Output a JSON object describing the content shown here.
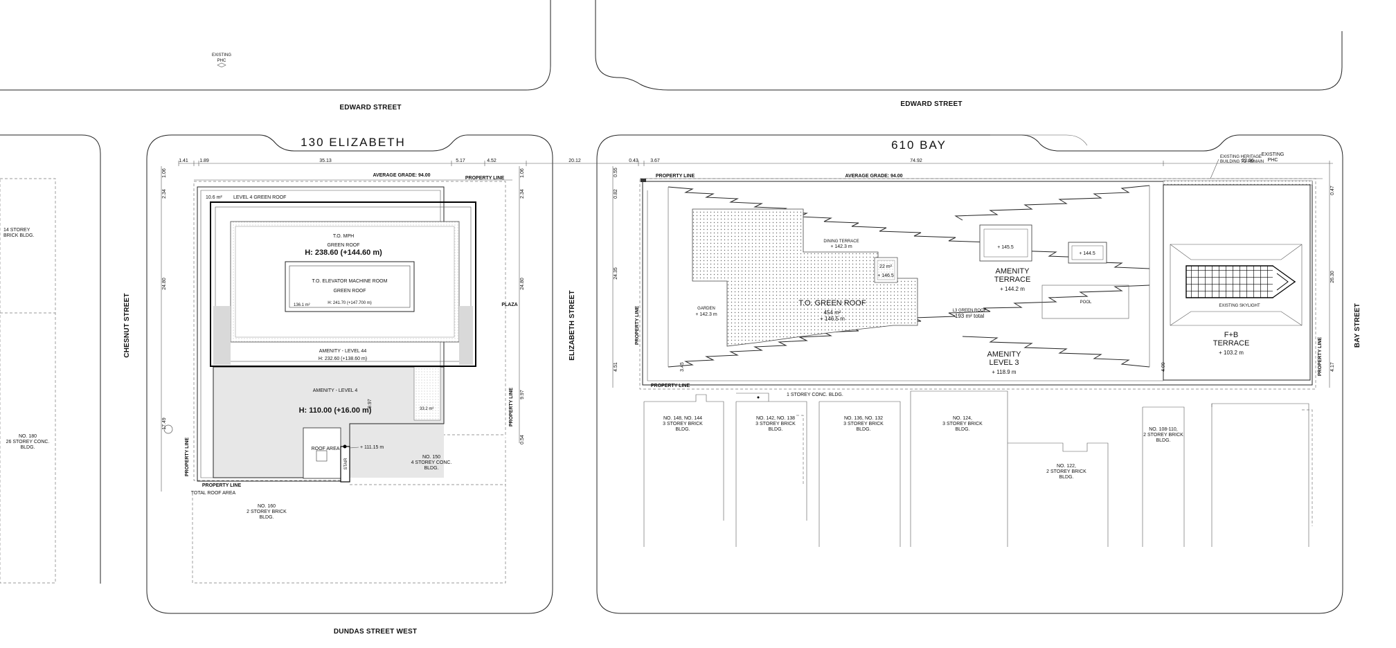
{
  "streets": {
    "edward_left": "EDWARD STREET",
    "edward_right": "EDWARD STREET",
    "chesnut": "CHESNUT STREET",
    "elizabeth": "ELIZABETH STREET",
    "bay": "BAY STREET",
    "dundas": "DUNDAS STREET WEST"
  },
  "sites": {
    "left": "130 ELIZABETH",
    "right": "610 BAY"
  },
  "phc": {
    "left": [
      "EXISTING",
      "PHC"
    ],
    "right": [
      "EXISTING",
      "PHC"
    ]
  },
  "neighbours": {
    "left_top": [
      "14 STOREY",
      "BRICK BLDG."
    ],
    "left_mid": [
      "NO. 180",
      "26 STOREY CONC.",
      "BLDG."
    ],
    "no160": [
      "NO. 160",
      "2 STOREY BRICK",
      "BLDG."
    ],
    "no150": [
      "NO. 150",
      "4 STOREY CONC.",
      "BLDG."
    ],
    "one_storey": "1 STOREY CONC. BLDG.",
    "no148": [
      "NO. 148, NO. 144",
      "3 STOREY BRICK",
      "BLDG."
    ],
    "no142": [
      "NO. 142, NO. 138",
      "3 STOREY BRICK",
      "BLDG."
    ],
    "no136": [
      "NO. 136, NO. 132",
      "3 STOREY BRICK",
      "BLDG."
    ],
    "no124": [
      "NO. 124,",
      "3 STOREY BRICK",
      "BLDG."
    ],
    "no122": [
      "NO. 122,",
      "2 STOREY BRICK",
      "BLDG."
    ],
    "no108": [
      "NO. 108-110,",
      "2 STOREY BRICK",
      "BLDG."
    ]
  },
  "left_site": {
    "dims_top": [
      "1.41",
      "1.89",
      "35.13",
      "5.17",
      "4.52"
    ],
    "dims_left": [
      "1.06",
      "2.34",
      "24.80",
      "17.49"
    ],
    "dims_right": [
      "1.06",
      "2.34",
      "24.80",
      "9.97",
      "0.54"
    ],
    "dim_inner": "9.97",
    "average_grade": "AVERAGE GRADE: 94.00",
    "property_line_top": "PROPERTY LINE",
    "property_line_side": "PROPERTY LINE",
    "property_line_bottom": "PROPERTY LINE",
    "property_line_right": "PROPERTY LINE",
    "level4_area": "10.6 m²",
    "level4_label": "LEVEL 4 GREEN ROOF",
    "to_mph": "T.O. MPH",
    "green_roof": "GREEN ROOF",
    "mph_height": "H: 238.60 (+144.60 m)",
    "to_elevator": "T.O. ELEVATOR MACHINE ROOM",
    "green_roof2": "GREEN ROOF",
    "elevator_area": "136.1 m²",
    "elevator_height": "H: 241.70 (+147.700 m)",
    "amenity44": "AMENITY - LEVEL 44",
    "amenity44_height": "H: 232.60 (+138.60 m)",
    "amenity4": "AMENITY - LEVEL 4",
    "amenity4_height": "H: 110.00 (+16.00 m)",
    "side_area": "33.2 m²",
    "plaza": "PLAZA",
    "roof_area": "ROOF AREA",
    "stair": "STAIR",
    "spot_elev": "+ 111.15 m",
    "total_roof": "TOTAL ROOF AREA"
  },
  "right_site": {
    "dim_between": "20.12",
    "dims_top": [
      "0.43",
      "3.67",
      "74.92",
      "22.36"
    ],
    "dims_left": [
      "0.55",
      "0.82",
      "24.35",
      "4.51",
      "3.45"
    ],
    "dims_right": [
      "0.47",
      "26.30",
      "4.17"
    ],
    "dim_bottom": "4.09",
    "property_line_top": "PROPERTY LINE",
    "property_line_side": "PROPERTY LINE",
    "property_line_bottom": "PROPERTY LINE",
    "property_line_right": "PROPERTY LINE",
    "average_grade": "AVERAGE GRADE: 94.00",
    "heritage_note": [
      "EXISTING HERITAGE",
      "BUILDING TO REMAIN"
    ],
    "garden": "GARDEN",
    "garden_elev": "+ 142.3 m",
    "dining_terrace": "DINING TERRACE",
    "dining_elev": "+ 142.3 m",
    "green_roof_title": "T.O.  GREEN ROOF",
    "green_roof_area": "454 m²",
    "green_roof_elev": "+ 146.5 m",
    "box_area": "22 m²",
    "box_elev": "+ 146.5",
    "level3_green": "L3 GREEN ROOF",
    "level3_total": "193 m² total",
    "mech_1": "+ 145.5",
    "mech_2": "+ 144.5",
    "amenity_terrace": [
      "AMENITY",
      "TERRACE"
    ],
    "amenity_terrace_elev": "+ 144.2 m",
    "pool": "POOL",
    "amenity_level3": [
      "AMENITY",
      "LEVEL 3"
    ],
    "amenity_level3_elev": "+ 118.9 m",
    "existing_skylight": "EXISTING SKYLIGHT",
    "fb_terrace": [
      "F+B",
      "TERRACE"
    ],
    "fb_elev": "+ 103.2 m"
  }
}
